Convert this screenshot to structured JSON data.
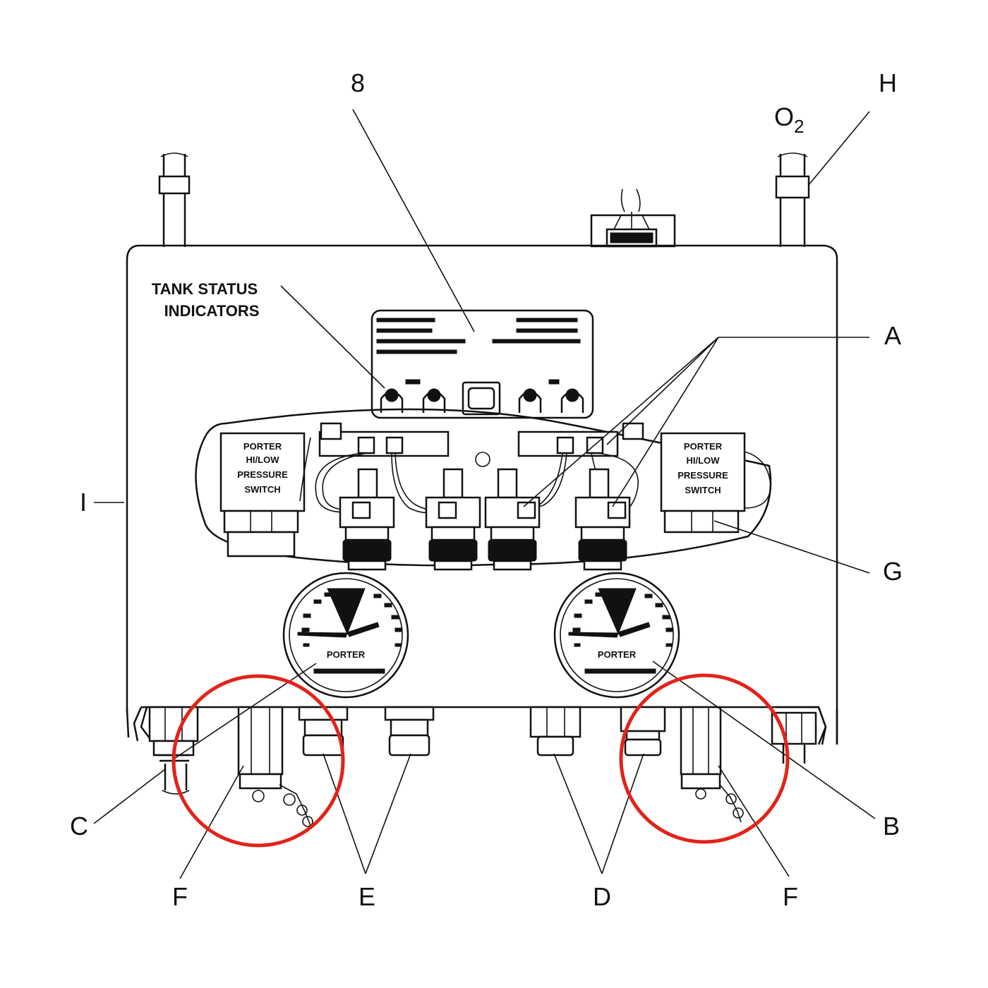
{
  "callouts": {
    "top_number": "8",
    "h": "H",
    "o2": "O",
    "o2_sub": "2",
    "a": "A",
    "g": "G",
    "i": "I",
    "b": "B",
    "c": "C",
    "f_left": "F",
    "e": "E",
    "d": "D",
    "f_right": "F"
  },
  "labels": {
    "tank_status_line1": "TANK STATUS",
    "tank_status_line2": "INDICATORS",
    "switch_left": [
      "PORTER",
      "HI/LOW",
      "PRESSURE",
      "SWITCH"
    ],
    "switch_right": [
      "PORTER",
      "HI/LOW",
      "PRESSURE",
      "SWITCH"
    ],
    "gauge_brand_left": "PORTER",
    "gauge_brand_right": "PORTER"
  },
  "colors": {
    "line": "#111111",
    "highlight_ring": "#e2231a",
    "background": "#ffffff"
  }
}
